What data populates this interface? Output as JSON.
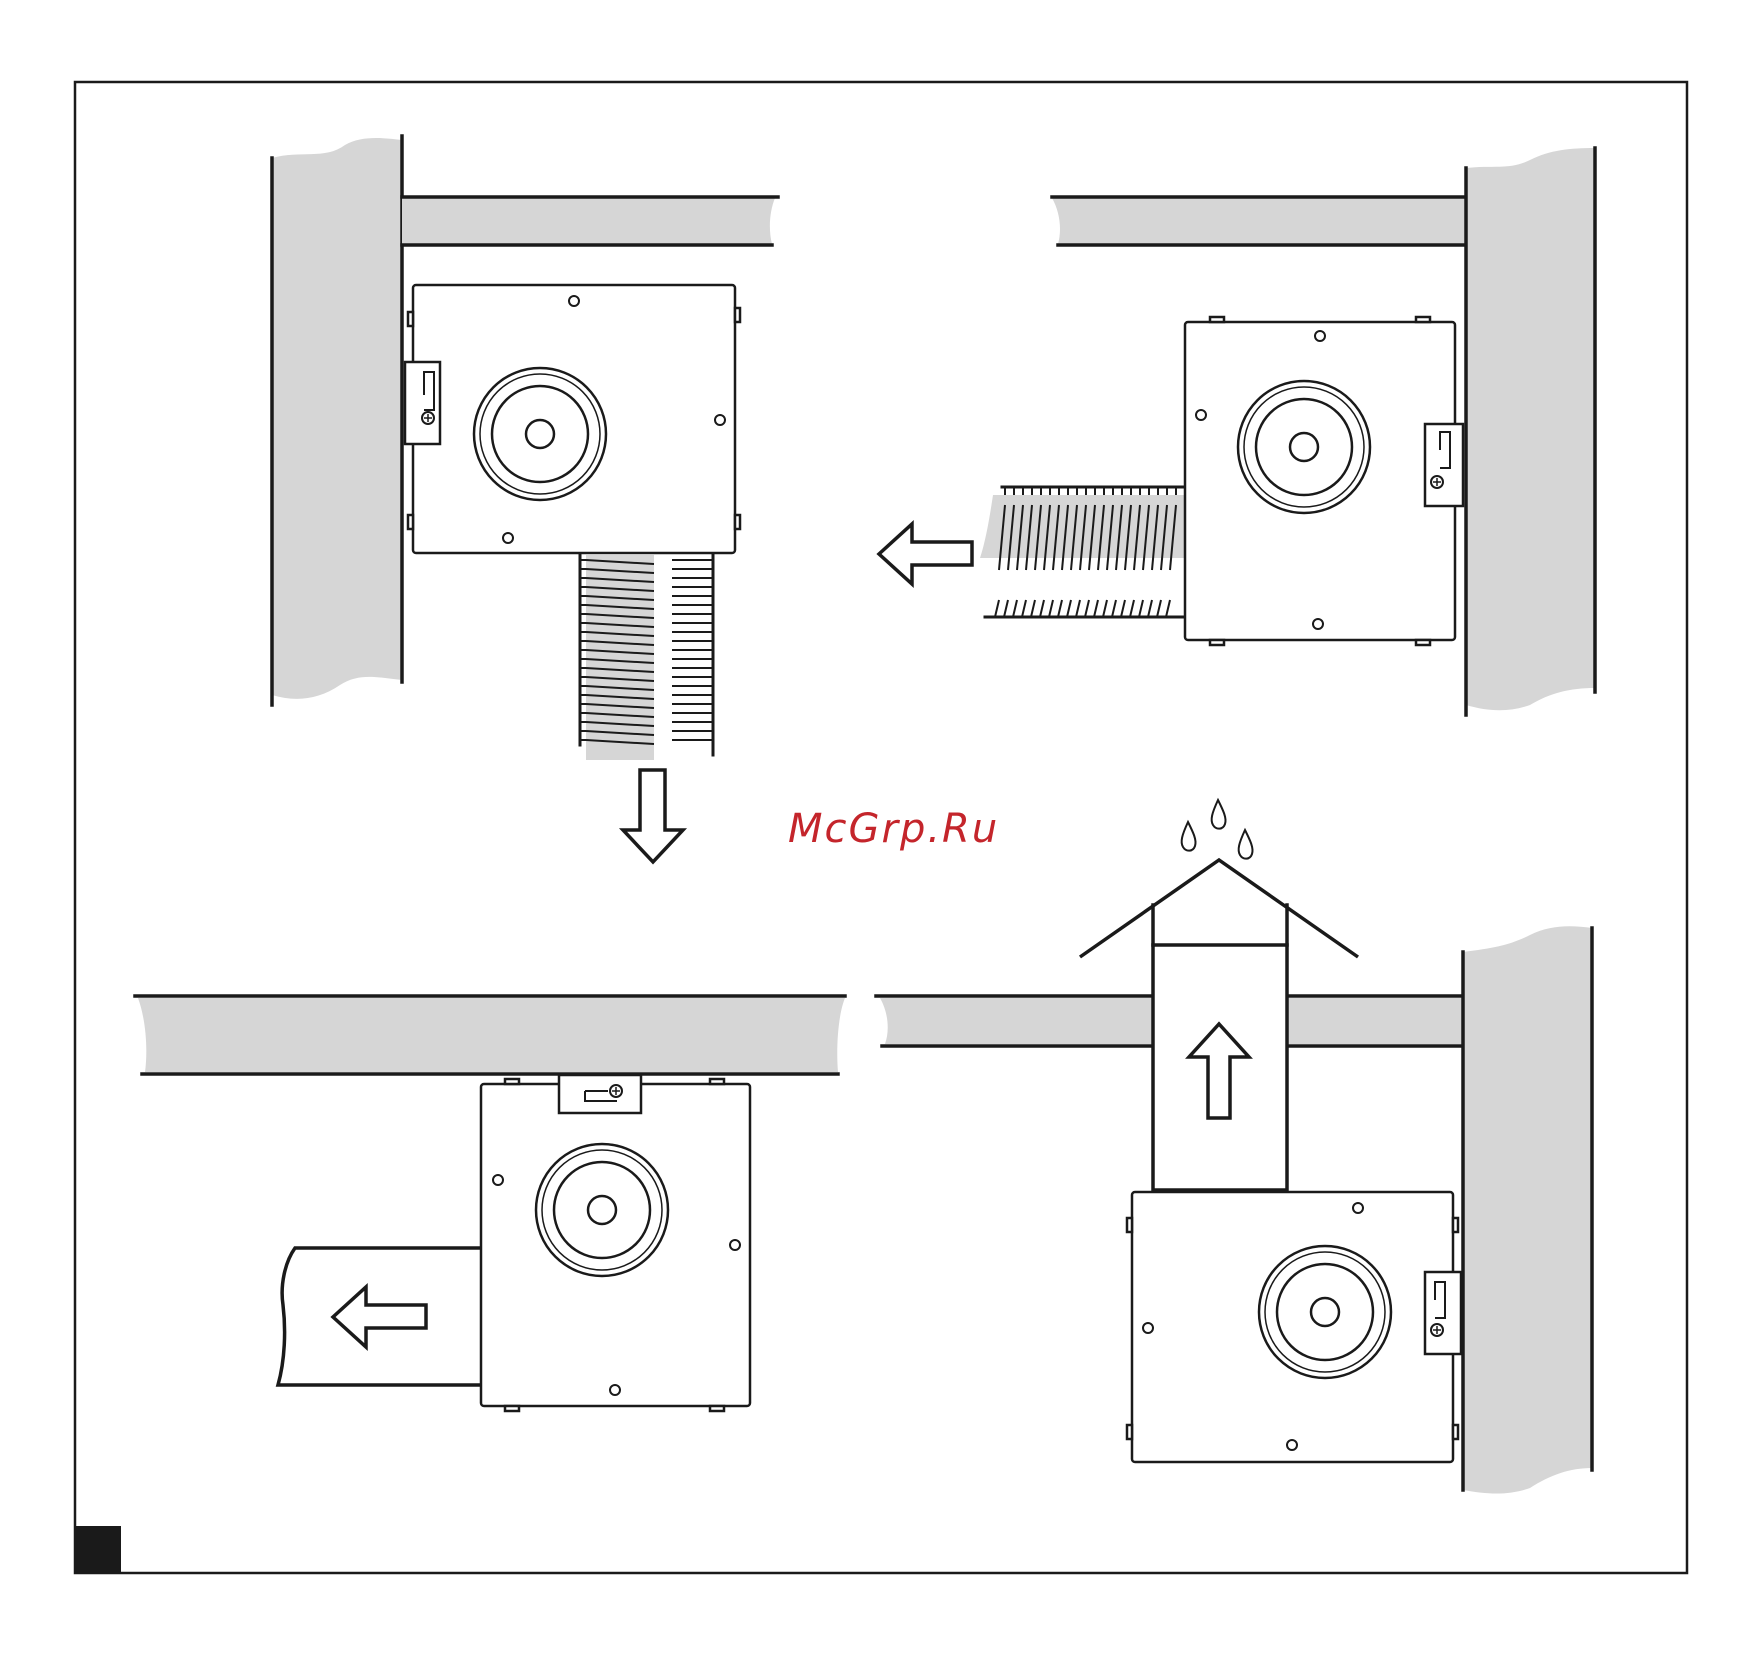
{
  "watermark": "McGrp.Ru",
  "colors": {
    "line": "#1a1a1a",
    "wall_fill": "#d6d6d6",
    "watermark": "#c4252b",
    "page_marker": "#1a1a1a"
  },
  "icons": {
    "fan_unit": "fan-housing-icon",
    "airflow_arrow": "arrow-icon",
    "flexible_duct": "corrugated-duct-icon",
    "rain": "water-drop-icon",
    "page_marker": "black-square-icon"
  },
  "panels": [
    {
      "id": "top-left",
      "mount": "wall",
      "exhaust": "down",
      "duct": "flexible"
    },
    {
      "id": "top-right",
      "mount": "wall",
      "exhaust": "left",
      "duct": "flexible"
    },
    {
      "id": "bottom-left",
      "mount": "ceiling",
      "exhaust": "left",
      "duct": "rigid"
    },
    {
      "id": "bottom-right",
      "mount": "wall",
      "exhaust": "up-through-roof",
      "duct": "rigid"
    }
  ]
}
